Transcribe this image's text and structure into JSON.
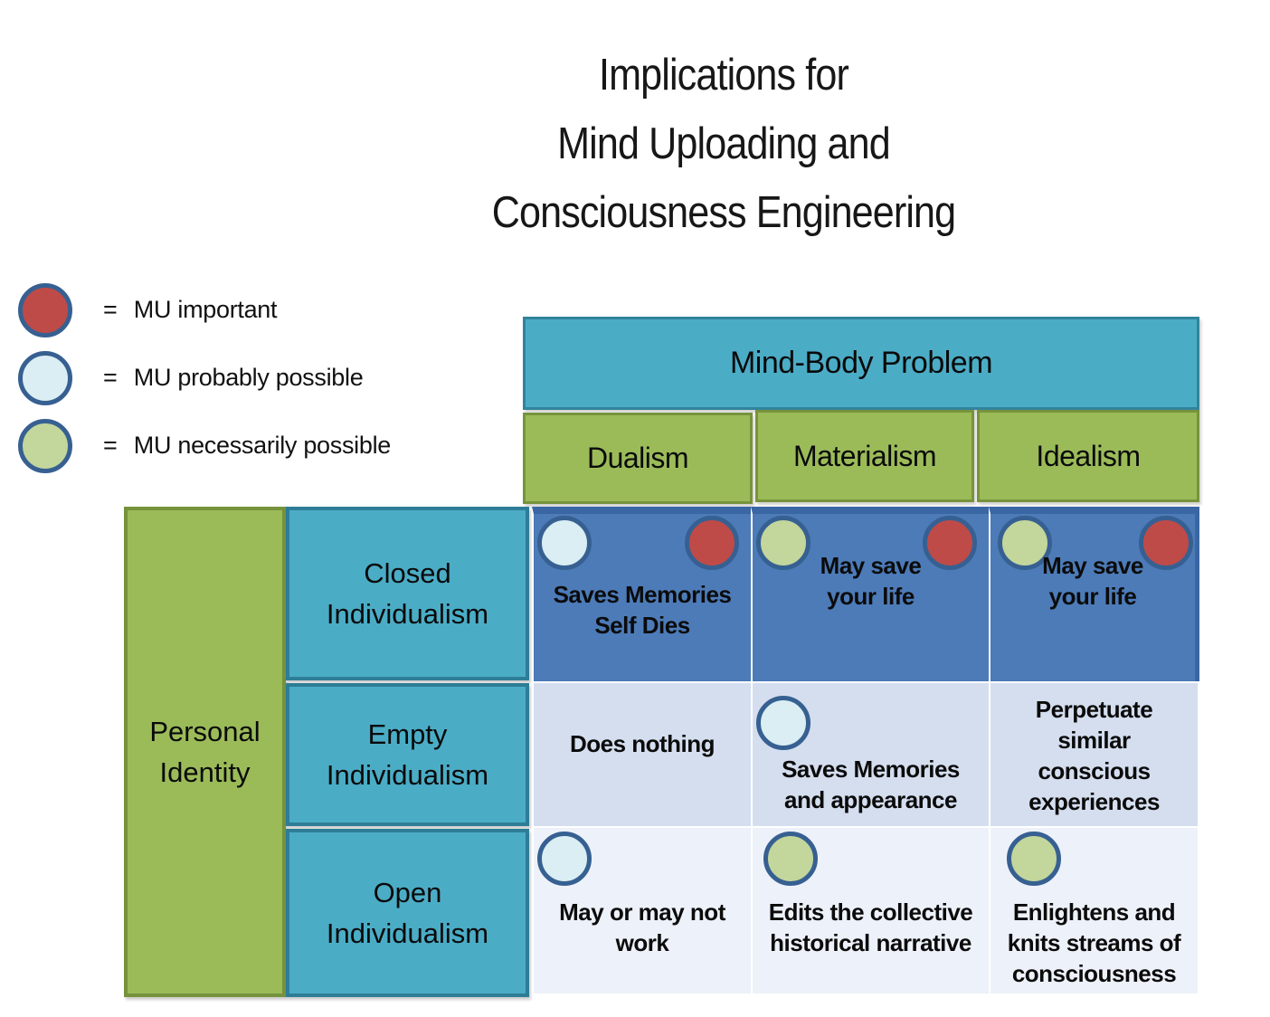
{
  "title": {
    "line1": "Implications for",
    "line2": "Mind Uploading and",
    "line3": "Consciousness Engineering"
  },
  "legend": {
    "equals": "=",
    "items": [
      {
        "kind": "mu-important",
        "label": "MU important"
      },
      {
        "kind": "mu-probably-possible",
        "label": "MU probably possible"
      },
      {
        "kind": "mu-necessarily-possible",
        "label": "MU necessarily possible"
      }
    ]
  },
  "marker_colors": {
    "mu-important": "#BE4B48",
    "mu-probably-possible": "#DAEEF3",
    "mu-necessarily-possible": "#C3D69B"
  },
  "marker_border_color": "#376092",
  "table": {
    "column_group_header": "Mind-Body Problem",
    "columns": [
      "Dualism",
      "Materialism",
      "Idealism"
    ],
    "row_group_header": "Personal\nIdentity",
    "rows": [
      "Closed\nIndividualism",
      "Empty\nIndividualism",
      "Open\nIndividualism"
    ],
    "cells": {
      "r0c0": {
        "markers": [
          "mu-probably-possible",
          "mu-important"
        ],
        "text": "Saves Memories\nSelf Dies"
      },
      "r0c1": {
        "markers": [
          "mu-necessarily-possible",
          "mu-important"
        ],
        "text": "May save\nyour life"
      },
      "r0c2": {
        "markers": [
          "mu-necessarily-possible",
          "mu-important"
        ],
        "text": "May save\nyour life"
      },
      "r1c0": {
        "markers": [],
        "text": "Does nothing"
      },
      "r1c1": {
        "markers": [
          "mu-probably-possible"
        ],
        "text": "Saves Memories\nand appearance"
      },
      "r1c2": {
        "markers": [],
        "text": "Perpetuate\nsimilar\nconscious\nexperiences"
      },
      "r2c0": {
        "markers": [
          "mu-probably-possible"
        ],
        "text": "May or may not\nwork"
      },
      "r2c1": {
        "markers": [
          "mu-necessarily-possible"
        ],
        "text": "Edits the collective\nhistorical narrative"
      },
      "r2c2": {
        "markers": [
          "mu-necessarily-possible"
        ],
        "text": "Enlightens and\nknits streams of\nconsciousness"
      }
    }
  },
  "colors": {
    "teal_fill": "#4BACC6",
    "teal_border": "#2E7D96",
    "green_fill": "#9BBB59",
    "green_border": "#76923C",
    "row1_fill": "#4C7BB8",
    "row1_border": "#3A66A4",
    "row2_fill": "#D4DEEF",
    "row3_fill": "#EDF1F9",
    "grid_line": "#FFFFFF"
  }
}
